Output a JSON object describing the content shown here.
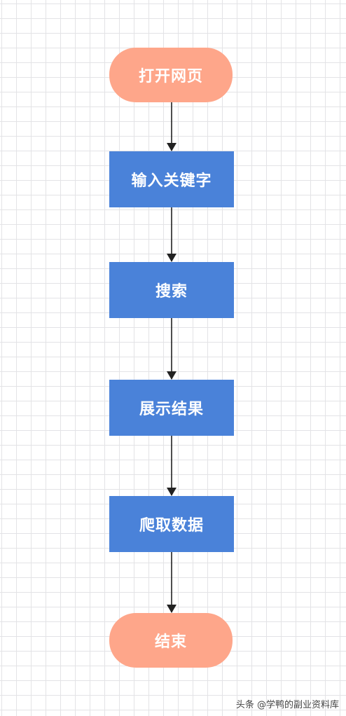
{
  "flowchart": {
    "start": "打开网页",
    "steps": [
      "输入关键字",
      "搜索",
      "展示结果",
      "爬取数据"
    ],
    "end": "结束"
  },
  "watermark": "头条 @学鸭的副业资料库",
  "colors": {
    "terminal": "#fea68a",
    "process": "#4a82d9",
    "arrow": "#222222",
    "grid": "#e3e3e6"
  }
}
